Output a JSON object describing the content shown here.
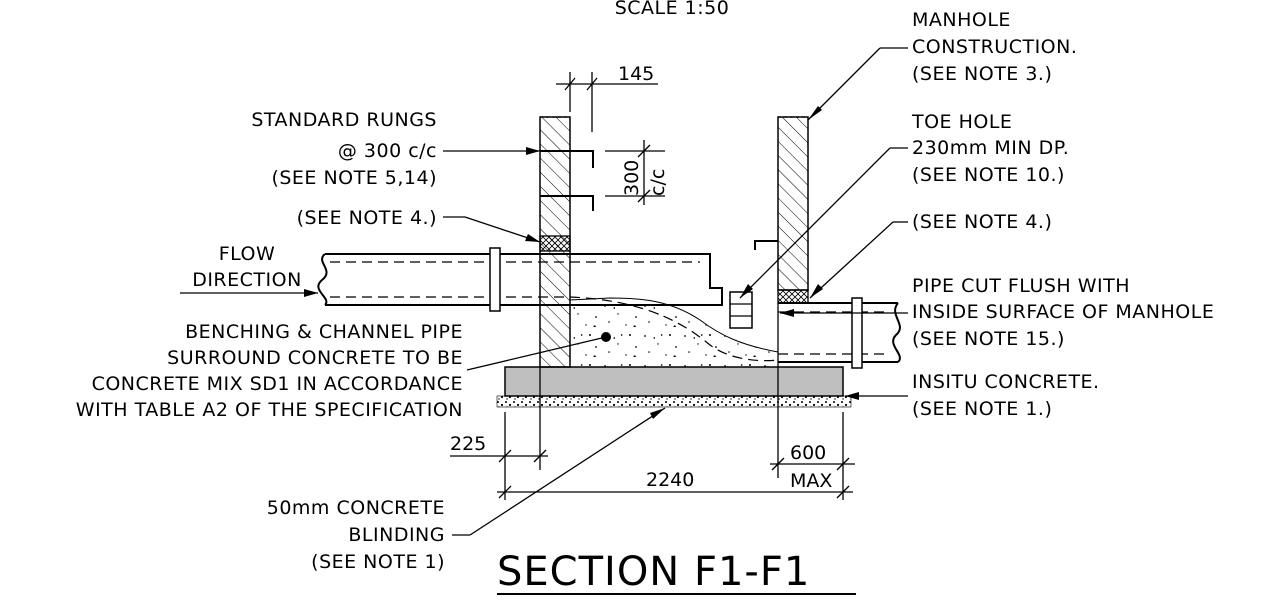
{
  "scale": "SCALE 1:50",
  "title": "SECTION F1-F1",
  "labels": {
    "manhole": [
      "MANHOLE",
      "CONSTRUCTION.",
      "(SEE NOTE 3.)"
    ],
    "rungs": [
      "STANDARD RUNGS",
      "@ 300 c/c",
      "(SEE NOTE 5,14)"
    ],
    "toe_hole": [
      "TOE HOLE",
      "230mm MIN DP.",
      "(SEE NOTE 10.)"
    ],
    "note4_left": "(SEE NOTE 4.)",
    "note4_right": "(SEE NOTE 4.)",
    "flow": [
      "FLOW",
      "DIRECTION"
    ],
    "pipe_cut": [
      "PIPE CUT FLUSH WITH",
      "INSIDE SURFACE OF MANHOLE",
      "(SEE NOTE 15.)"
    ],
    "benching": [
      "BENCHING & CHANNEL PIPE",
      "SURROUND CONCRETE TO BE",
      "CONCRETE MIX SD1 IN ACCORDANCE",
      "WITH TABLE A2 OF THE SPECIFICATION"
    ],
    "insitu": [
      "INSITU CONCRETE.",
      "(SEE NOTE 1.)"
    ],
    "blinding": [
      "50mm CONCRETE",
      "BLINDING",
      "(SEE NOTE 1)"
    ]
  },
  "dimensions": {
    "wall_thickness": "145",
    "rung_spacing": "300",
    "rung_spacing_unit": "c/c",
    "footing_overhang": "225",
    "overall_width": "2240",
    "max_overhang": "600",
    "max_label": "MAX"
  }
}
